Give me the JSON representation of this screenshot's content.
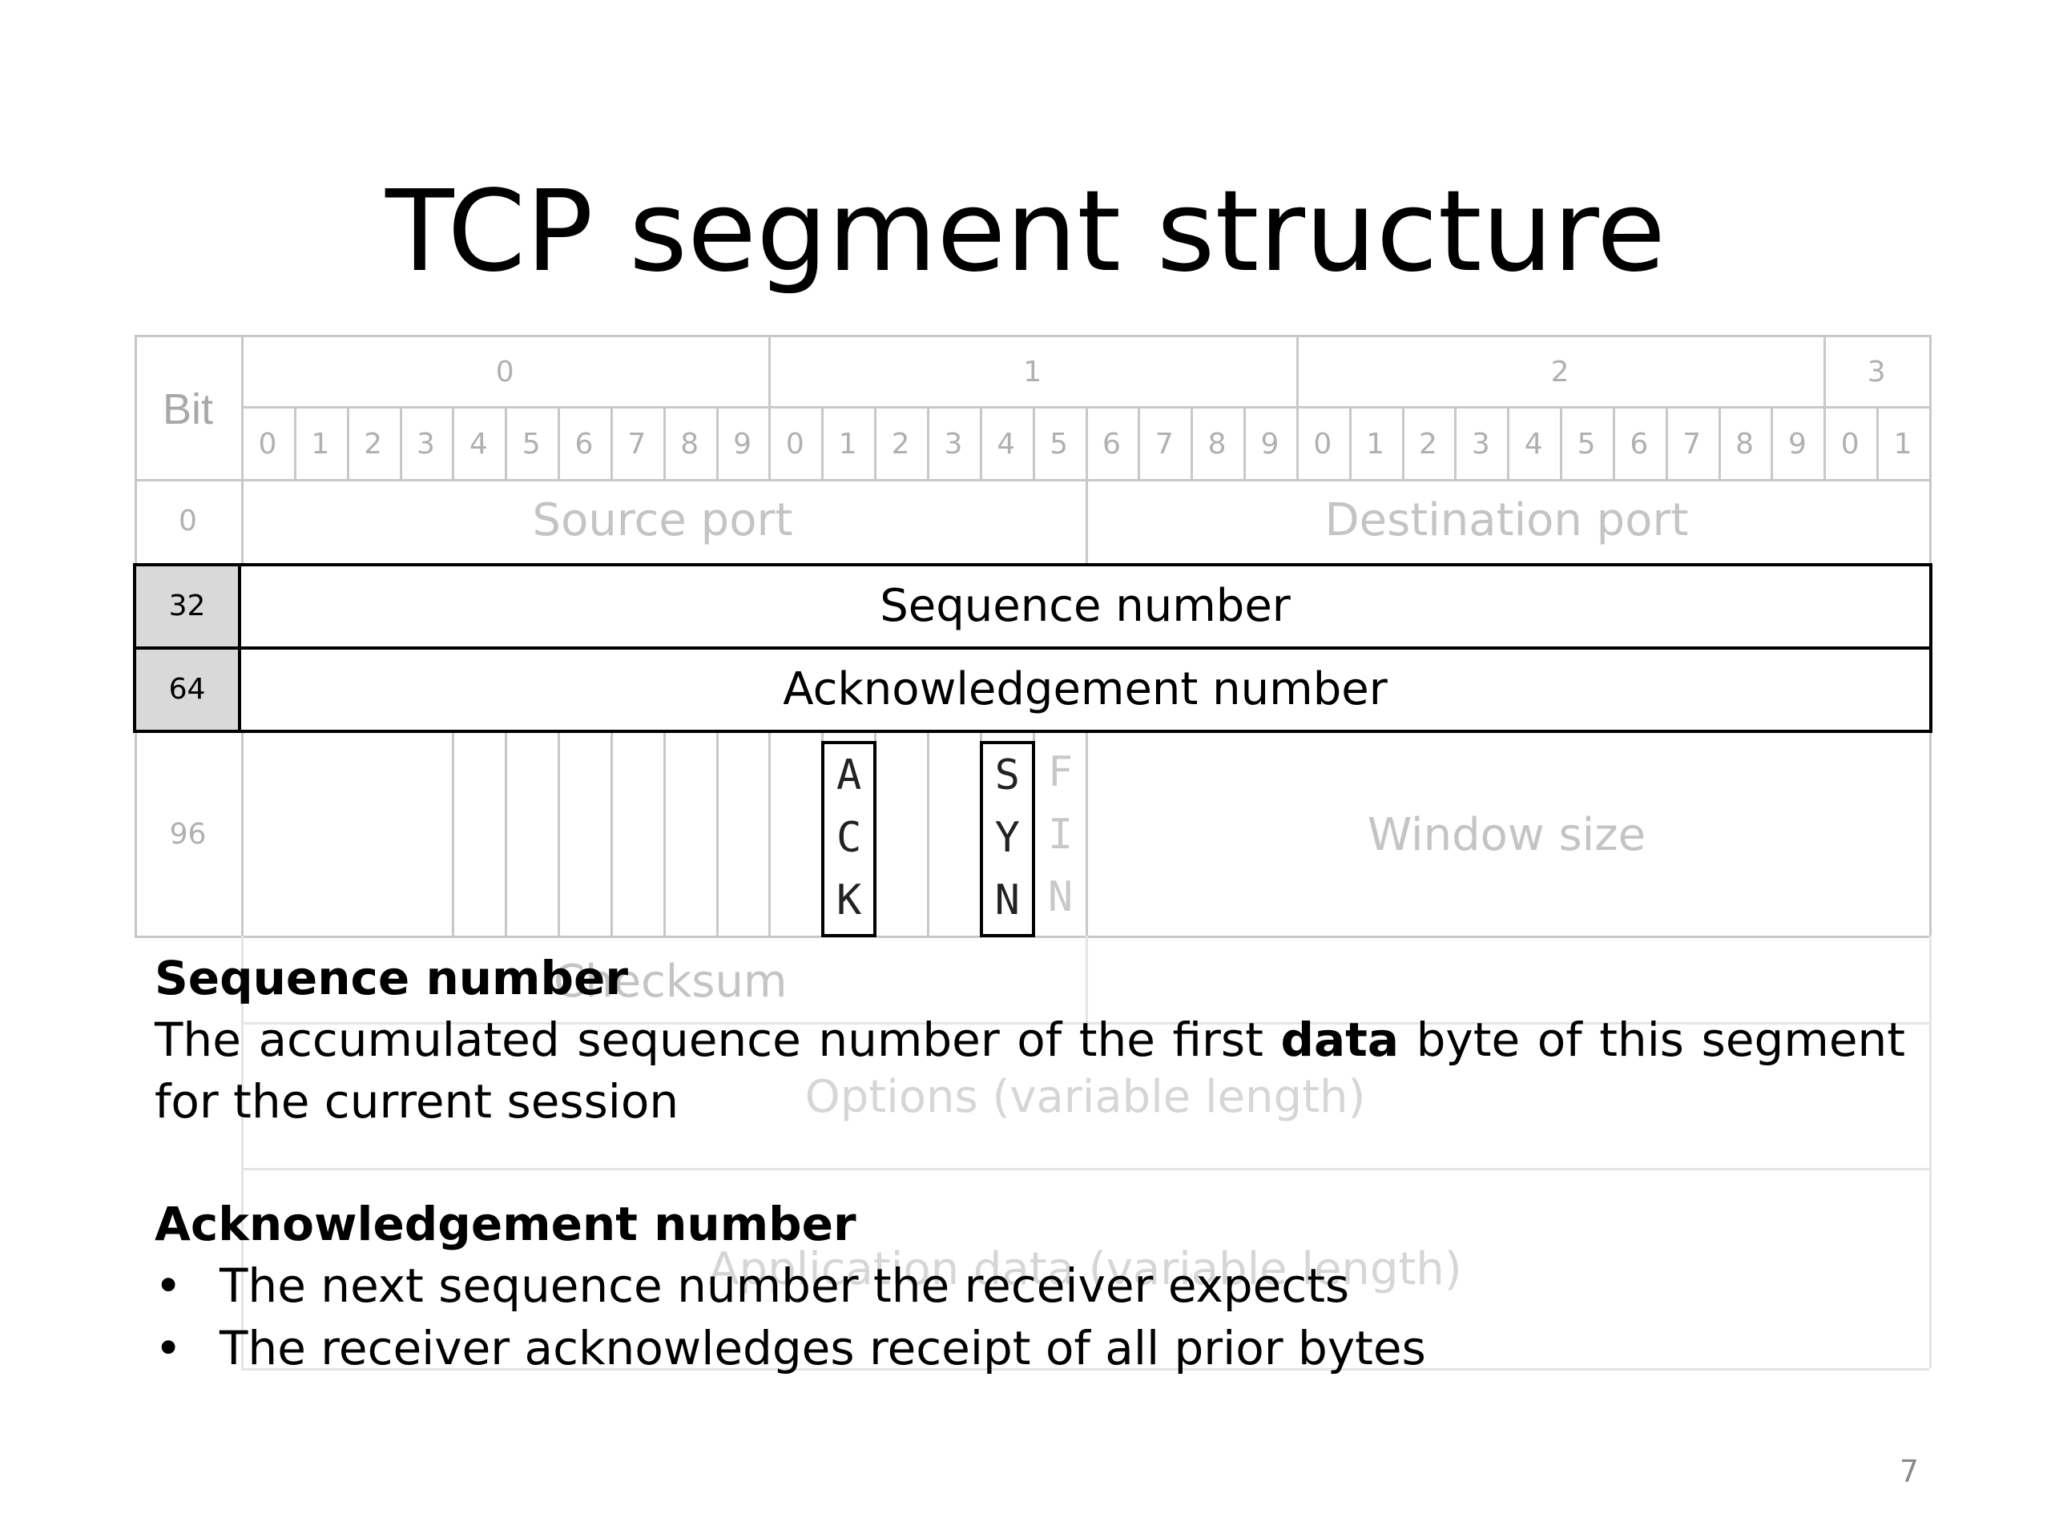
{
  "slide": {
    "title": "TCP segment structure",
    "page_number": "7"
  },
  "diagram": {
    "bit_header": "Bit",
    "octet_labels": [
      "0",
      "1",
      "2",
      "3"
    ],
    "bit_labels": [
      "0",
      "1",
      "2",
      "3",
      "4",
      "5",
      "6",
      "7",
      "8",
      "9",
      "0",
      "1",
      "2",
      "3",
      "4",
      "5",
      "6",
      "7",
      "8",
      "9",
      "0",
      "1",
      "2",
      "3",
      "4",
      "5",
      "6",
      "7",
      "8",
      "9",
      "0",
      "1"
    ],
    "rows": [
      {
        "offset": "0",
        "highlighted": false
      },
      {
        "offset": "32",
        "highlighted": true
      },
      {
        "offset": "64",
        "highlighted": true
      },
      {
        "offset": "96",
        "highlighted": false
      }
    ],
    "fields": {
      "source_port": "Source port",
      "destination_port": "Destination port",
      "sequence_number": "Sequence number",
      "acknowledgement_number": "Acknowledgement number",
      "window_size": "Window size",
      "checksum": "Checksum",
      "options": "Options (variable length)",
      "application_data": "Application data (variable length)"
    },
    "flags": [
      {
        "name": "ACK",
        "letters": [
          "A",
          "C",
          "K"
        ],
        "highlighted": true
      },
      {
        "name": "SYN",
        "letters": [
          "S",
          "Y",
          "N"
        ],
        "highlighted": true
      },
      {
        "name": "FIN",
        "letters": [
          "F",
          "I",
          "N"
        ],
        "highlighted": false
      }
    ]
  },
  "description": {
    "sequence": {
      "heading": "Sequence number",
      "text_before": "The accumulated sequence number of the first ",
      "text_bold": "data",
      "text_after": " byte of this segment for the current session"
    },
    "acknowledgement": {
      "heading": "Acknowledgement number",
      "bullets": [
        "The next sequence number the receiver expects",
        "The receiver acknowledges receipt of all prior bytes"
      ]
    },
    "bullet_glyph": "•"
  }
}
